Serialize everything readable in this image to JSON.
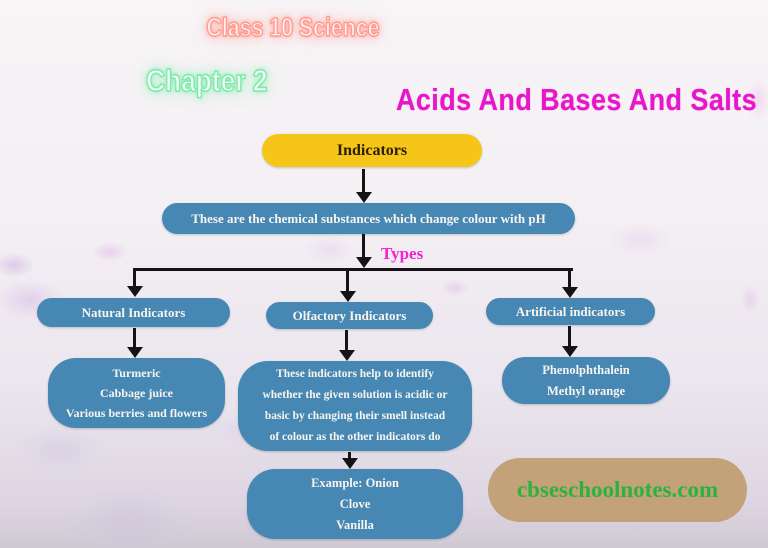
{
  "header": {
    "course": "Class 10 Science",
    "chapter": "Chapter 2",
    "title": "Acids And Bases And Salts"
  },
  "flow": {
    "root_label": "Indicators",
    "definition": "These are the chemical substances which change colour with pH",
    "types_label": "Types",
    "branches": [
      {
        "label": "Natural Indicators",
        "detail": "Turmeric\nCabbage juice\nVarious berries and flowers"
      },
      {
        "label": "Olfactory Indicators",
        "detail": "These indicators help to identify\nwhether the given solution is acidic or\nbasic by changing their smell instead\nof colour as the other indicators do",
        "example": "Example: Onion\nClove\nVanilla"
      },
      {
        "label": "Artificial indicators",
        "detail": "Phenolphthalein\nMethyl orange"
      }
    ]
  },
  "footer": {
    "site": "cbseschoolnotes.com"
  },
  "colors": {
    "blue": "#4687b4",
    "yellow": "#f5c517",
    "magenta": "#e816cb",
    "types-magenta": "#f322d4",
    "tan": "#c3a179",
    "site-green": "#2cb33d",
    "ink": "#141414",
    "neon-pink": "#ff9b90",
    "neon-green": "#7de9a8"
  }
}
